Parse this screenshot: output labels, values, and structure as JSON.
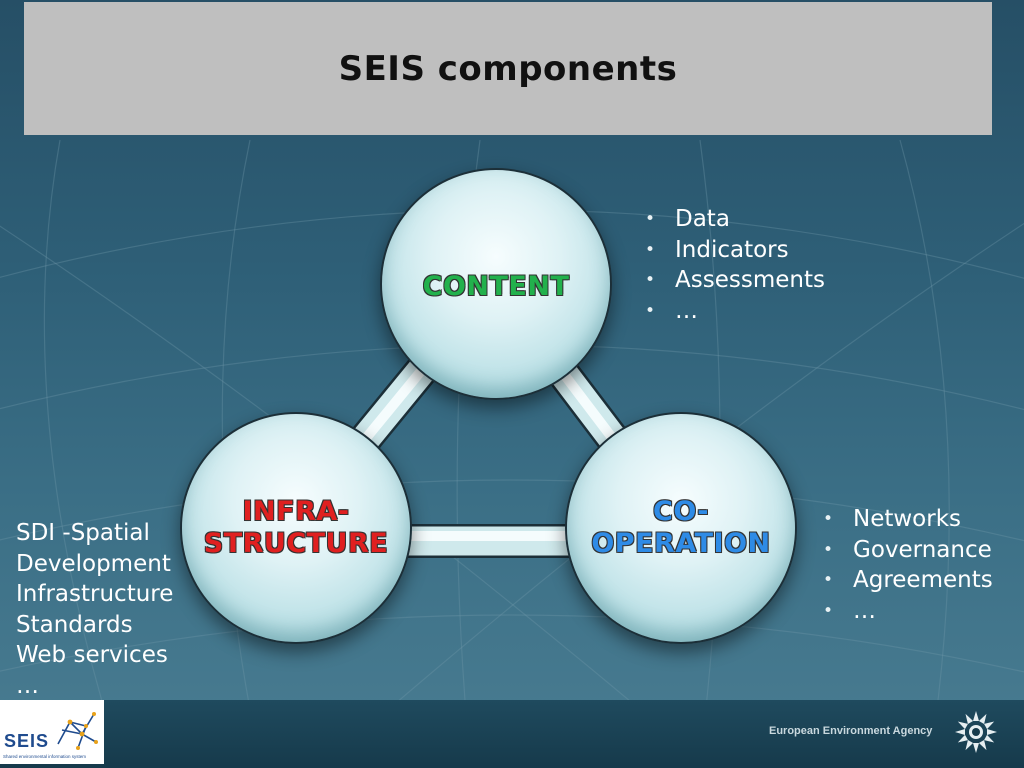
{
  "slide": {
    "title": "SEIS components"
  },
  "diagram": {
    "content": {
      "label": "CONTENT",
      "bullets": [
        "Data",
        "Indicators",
        "Assessments",
        "…"
      ]
    },
    "infrastructure": {
      "label_line1": "INFRA-",
      "label_line2": "STRUCTURE",
      "bullet1_line1": "SDI -Spatial",
      "bullet1_line2": "Development",
      "bullet1_line3": "Infrastructure",
      "bullets_rest": [
        "Standards",
        "Web services",
        "…"
      ]
    },
    "cooperation": {
      "label_line1": "CO-",
      "label_line2": "OPERATION",
      "bullets": [
        "Networks",
        "Governance",
        "Agreements",
        "…"
      ]
    }
  },
  "footer": {
    "seis_logo_text": "SEIS",
    "seis_tagline": "Shared environmental information system",
    "agency_name": "European Environment Agency"
  },
  "icons": {
    "seis_mark": "seis-network-mark-icon",
    "eea_logo": "eea-sun-logo-icon"
  },
  "colors": {
    "content_label": "#22b14c",
    "infrastructure_label": "#e02020",
    "cooperation_label": "#2e8be6",
    "title_bar": "#bfbfbf"
  }
}
